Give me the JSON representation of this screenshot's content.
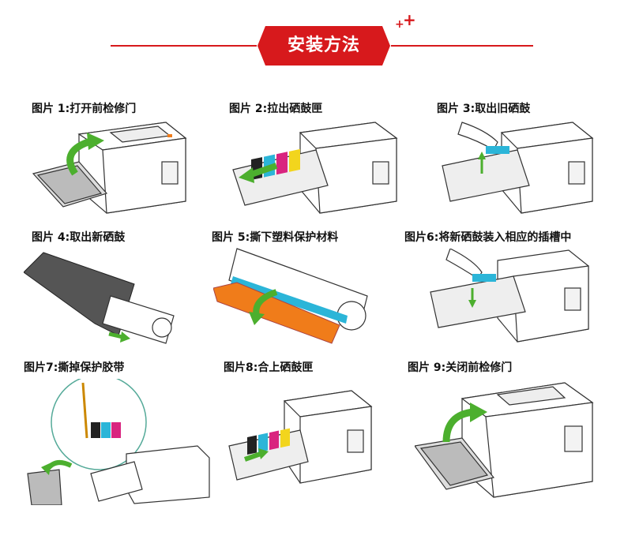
{
  "header": {
    "title": "安装方法",
    "decoration": "++"
  },
  "colors": {
    "accent": "#d7191c",
    "arrow_green": "#4caf2e",
    "tape_orange": "#f07c1a",
    "drum_cyan": "#2bb5d8"
  },
  "steps": [
    {
      "label": "图片 1:打开前检修门",
      "icon": "printer-open-door"
    },
    {
      "label": "图片 2:拉出硒鼓匣",
      "icon": "printer-drawer-out"
    },
    {
      "label": "图片 3:取出旧硒鼓",
      "icon": "hand-lift-drum"
    },
    {
      "label": "图片 4:取出新硒鼓",
      "icon": "drum-in-bag"
    },
    {
      "label": "图片 5:撕下塑料保护材料",
      "icon": "drum-with-tape"
    },
    {
      "label": "图片6:将新硒鼓装入相应的插槽中",
      "icon": "hand-insert-drum"
    },
    {
      "label": "图片7:撕掉保护胶带",
      "icon": "pull-tape-bin"
    },
    {
      "label": "图片8:合上硒鼓匣",
      "icon": "printer-drawer-close"
    },
    {
      "label": "图片 9:关闭前检修门",
      "icon": "printer-close-door"
    }
  ]
}
